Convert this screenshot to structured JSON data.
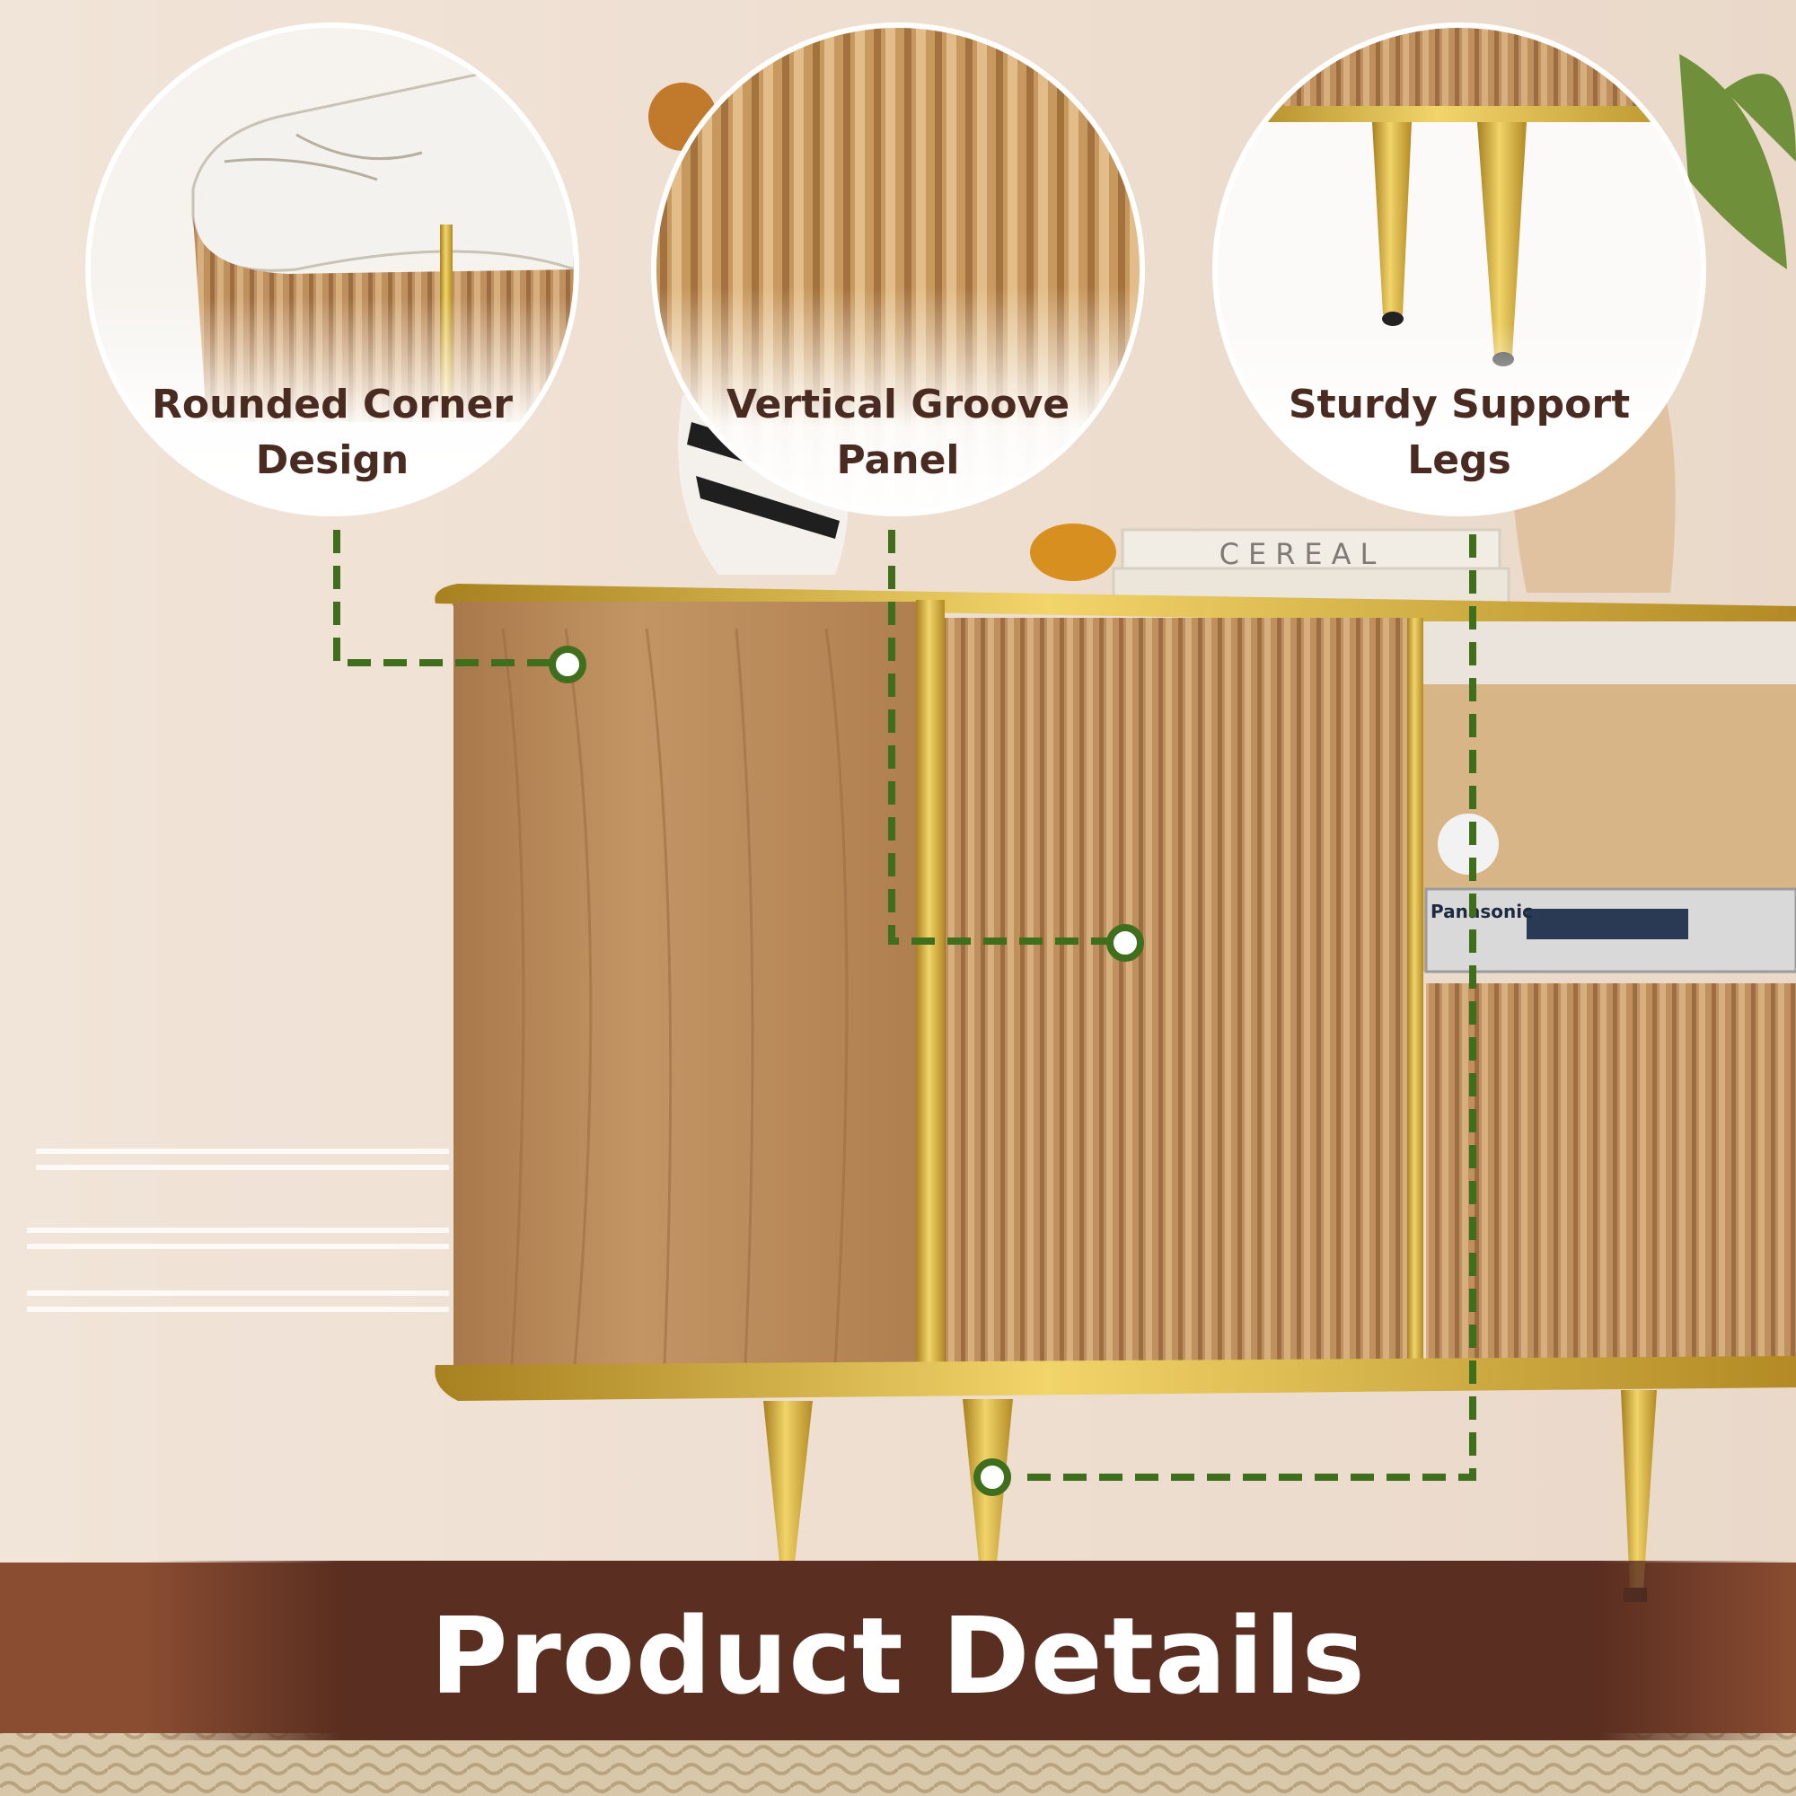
{
  "callouts": [
    {
      "label_line1": "Rounded Corner",
      "label_line2": "Design"
    },
    {
      "label_line1": "Vertical Groove",
      "label_line2": "Panel"
    },
    {
      "label_line1": "Sturdy Support",
      "label_line2": "Legs"
    }
  ],
  "book_spine_text": "CEREAL",
  "device_brand": "Panasonic",
  "banner_title": "Product Details",
  "colors": {
    "connector_green": "#3f6e1c",
    "banner_brown": "#5a2e20",
    "label_brown": "#4a2b22",
    "wall": "#efe2d6",
    "wood": "#b78a55",
    "gold": "#c9a23a"
  }
}
